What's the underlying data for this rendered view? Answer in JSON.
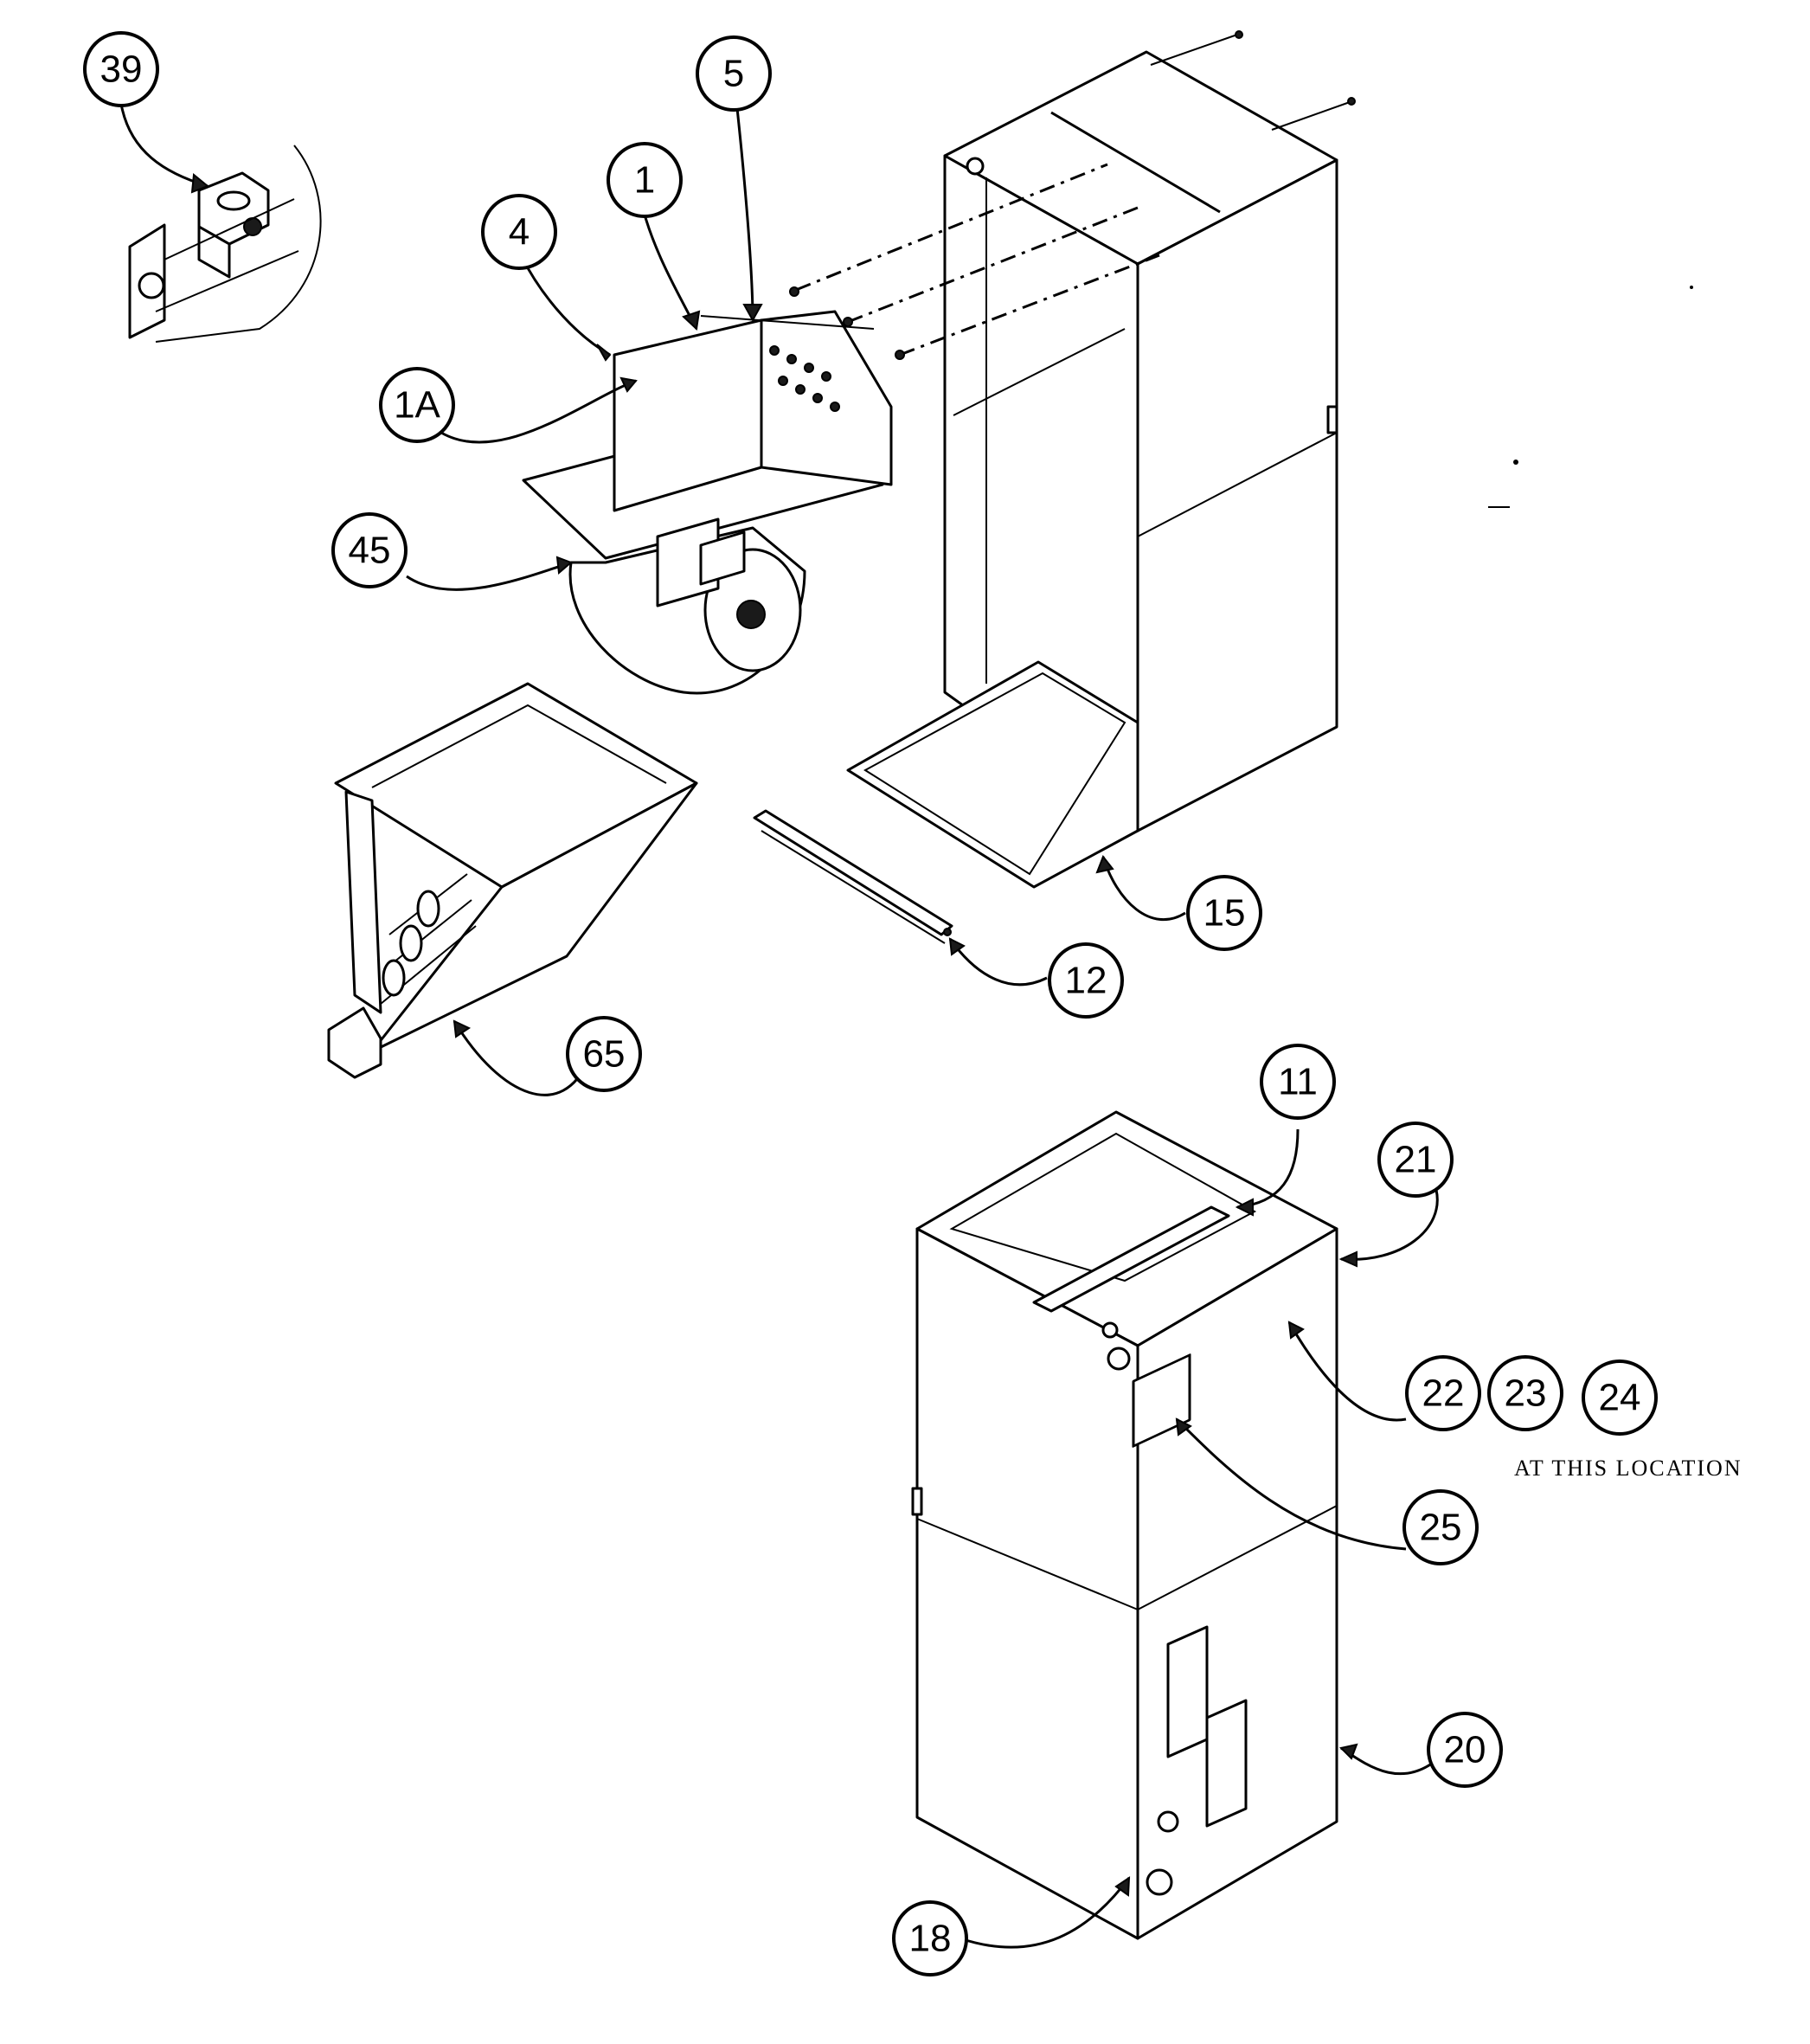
{
  "callouts": [
    {
      "id": "39",
      "label": "39"
    },
    {
      "id": "5",
      "label": "5"
    },
    {
      "id": "1",
      "label": "1"
    },
    {
      "id": "4",
      "label": "4"
    },
    {
      "id": "1A",
      "label": "1A"
    },
    {
      "id": "45",
      "label": "45"
    },
    {
      "id": "15",
      "label": "15"
    },
    {
      "id": "12",
      "label": "12"
    },
    {
      "id": "65",
      "label": "65"
    },
    {
      "id": "11",
      "label": "11"
    },
    {
      "id": "21",
      "label": "21"
    },
    {
      "id": "22",
      "label": "22"
    },
    {
      "id": "23",
      "label": "23"
    },
    {
      "id": "24",
      "label": "24"
    },
    {
      "id": "25",
      "label": "25"
    },
    {
      "id": "20",
      "label": "20"
    },
    {
      "id": "18",
      "label": "18"
    }
  ],
  "note": "AT THIS LOCATION"
}
